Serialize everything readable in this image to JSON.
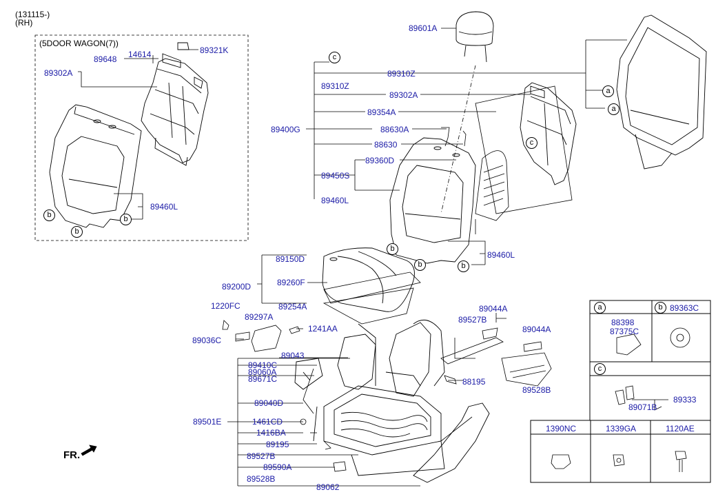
{
  "header": {
    "revision": "(131115-)",
    "side": "(RH)"
  },
  "inset": {
    "title": "(5DOOR WAGON(7))"
  },
  "callouts": {
    "a": "a",
    "b": "b",
    "c": "c"
  },
  "fr_label": "FR.",
  "labels": {
    "p89601A": "89601A",
    "p89321K": "89321K",
    "p89648": "89648",
    "p14614": "14614",
    "p89302A_inset": "89302A",
    "p89460L_inset": "89460L",
    "p89310Z_top": "89310Z",
    "p89310Z": "89310Z",
    "p89302A": "89302A",
    "p89354A": "89354A",
    "p89400G": "89400G",
    "p88630A": "88630A",
    "p88630": "88630",
    "p89360D": "89360D",
    "p89450S": "89450S",
    "p89460L_left": "89460L",
    "p89460L_right": "89460L",
    "p89150D": "89150D",
    "p89200D": "89200D",
    "p89260F": "89260F",
    "p89254A": "89254A",
    "p1220FC": "1220FC",
    "p89297A": "89297A",
    "p1241AA": "1241AA",
    "p89036C": "89036C",
    "p89043": "89043",
    "p89410C": "89410C",
    "p89060A": "89060A",
    "p89671C": "89671C",
    "p89040D": "89040D",
    "p89501E": "89501E",
    "p1461CD": "1461CD",
    "p1416BA": "1416BA",
    "p89195": "89195",
    "p89527B_left": "89527B",
    "p89590A": "89590A",
    "p89528B_left": "89528B",
    "p89062": "89062",
    "p89044A_1": "89044A",
    "p89527B_right": "89527B",
    "p89044A_2": "89044A",
    "p88195": "88195",
    "p89528B_right": "89528B"
  },
  "legend": {
    "a_parts": [
      "88398",
      "87375C"
    ],
    "b_part": "89363C",
    "c_parts": [
      "89333",
      "89071B"
    ],
    "fasteners": [
      "1390NC",
      "1339GA",
      "1120AE"
    ]
  }
}
